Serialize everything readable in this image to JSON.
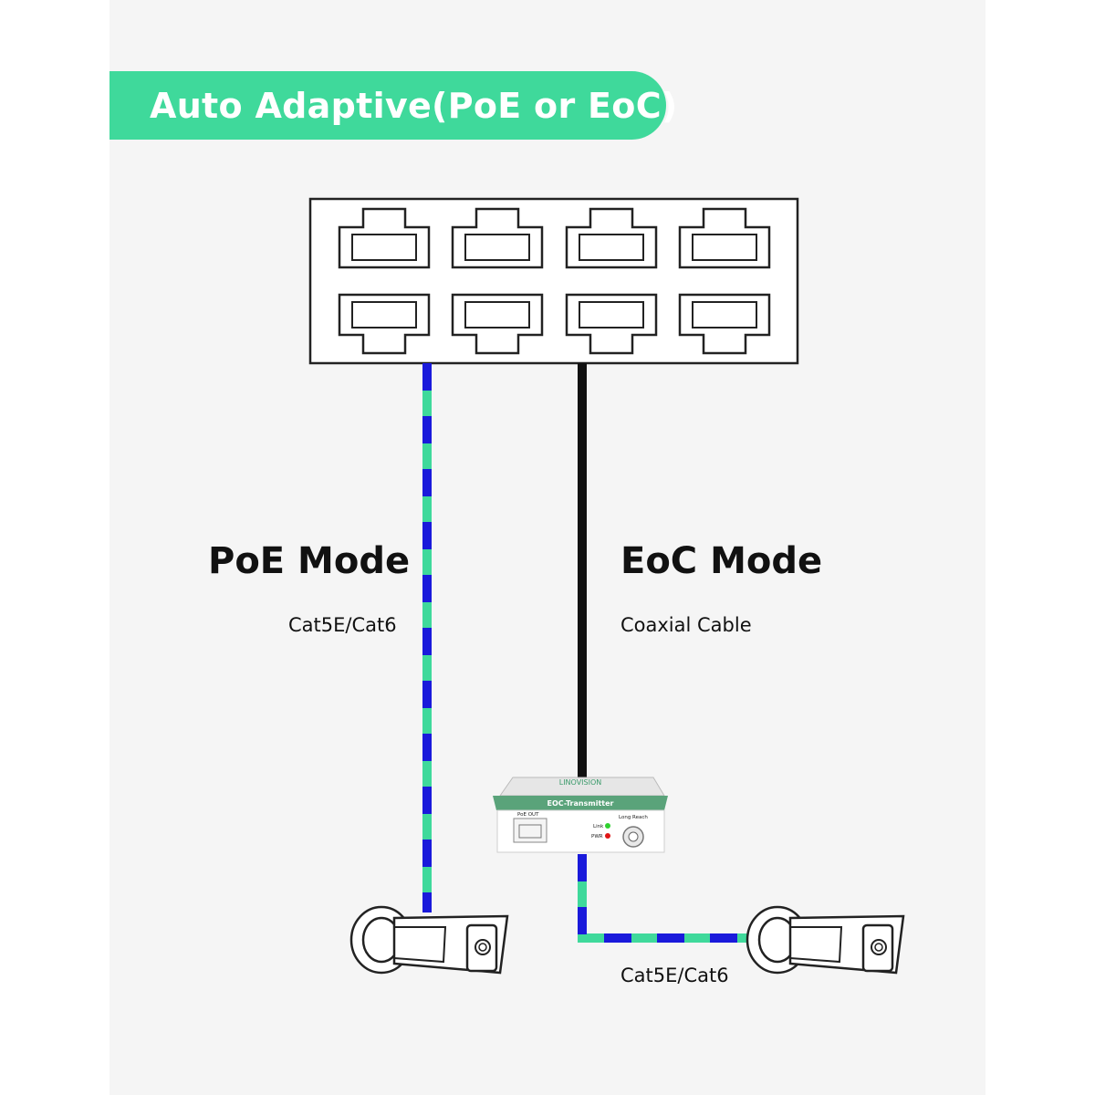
{
  "banner": {
    "title": "Auto Adaptive(PoE or EoC)"
  },
  "poe": {
    "mode": "PoE Mode",
    "cable": "Cat5E/Cat6"
  },
  "eoc": {
    "mode": "EoC Mode",
    "cable": "Coaxial Cable"
  },
  "device": {
    "brand": "LINOVISION",
    "name": "EOC-Transmitter",
    "port_label": "PoE OUT",
    "reach_label": "Long Reach",
    "link_label": "Link",
    "pwr_label": "PWR"
  },
  "camera_cable": "Cat5E/Cat6",
  "colors": {
    "banner": "#3fd99b",
    "cable_blue": "#1a1adb",
    "cable_green": "#3fd99b",
    "coax": "#111111",
    "link_led": "#2fd12f",
    "pwr_led": "#e01515"
  }
}
